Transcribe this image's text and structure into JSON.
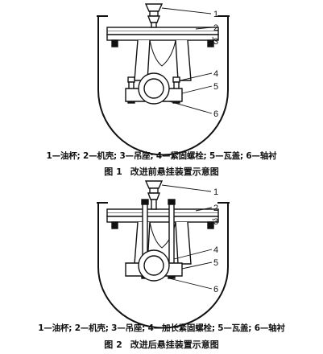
{
  "figure1": {
    "callouts": [
      "1",
      "2",
      "3",
      "4",
      "5",
      "6"
    ],
    "legend": "1—油杯; 2—机壳; 3—吊座; 4—紧固螺栓; 5—瓦盖; 6—轴衬",
    "caption_number": "图 1",
    "caption_text": "改进前悬挂装置示意图"
  },
  "figure2": {
    "callouts": [
      "1",
      "2",
      "3",
      "4",
      "5",
      "6"
    ],
    "legend": "1—油杯; 2—机壳; 3—吊座; 4—加长紧固螺栓; 5—瓦盖; 6—轴衬",
    "caption_number": "图 2",
    "caption_text": "改进后悬挂装置示意图"
  }
}
